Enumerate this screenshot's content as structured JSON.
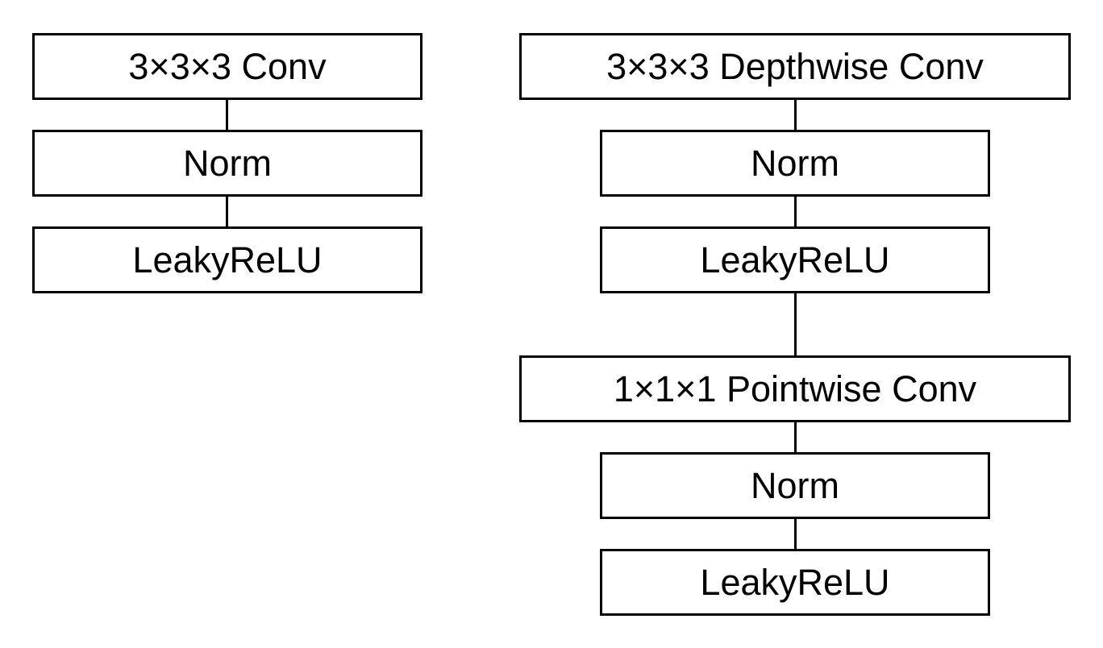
{
  "left_block": {
    "conv": "3×3×3 Conv",
    "norm": "Norm",
    "act": "LeakyReLU"
  },
  "right_block": {
    "depthwise_conv": "3×3×3 Depthwise Conv",
    "norm1": "Norm",
    "act1": "LeakyReLU",
    "pointwise_conv": "1×1×1 Pointwise Conv",
    "norm2": "Norm",
    "act2": "LeakyReLU"
  }
}
